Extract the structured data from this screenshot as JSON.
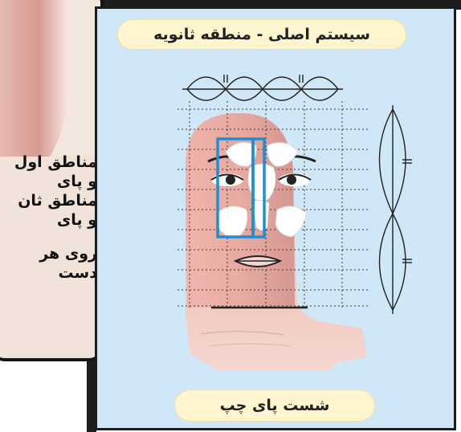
{
  "left_panel": {
    "lines": [
      "مناطق اول",
      "و پای",
      "مناطق ثان",
      "و پای",
      "",
      "روی هر",
      "دست"
    ]
  },
  "right_panel": {
    "title": "سیستم اصلی - منطقه ثانویه",
    "caption": "شست پای چپ"
  },
  "colors": {
    "panel_bg": "#cfe7f6",
    "pill_bg": "#fff5cf",
    "skin": "#e9a9a0",
    "highlight_box": "#1d8fd6",
    "border": "#1d1d1d"
  },
  "icons": {
    "diagram": "toe-reflexology-diagram"
  }
}
